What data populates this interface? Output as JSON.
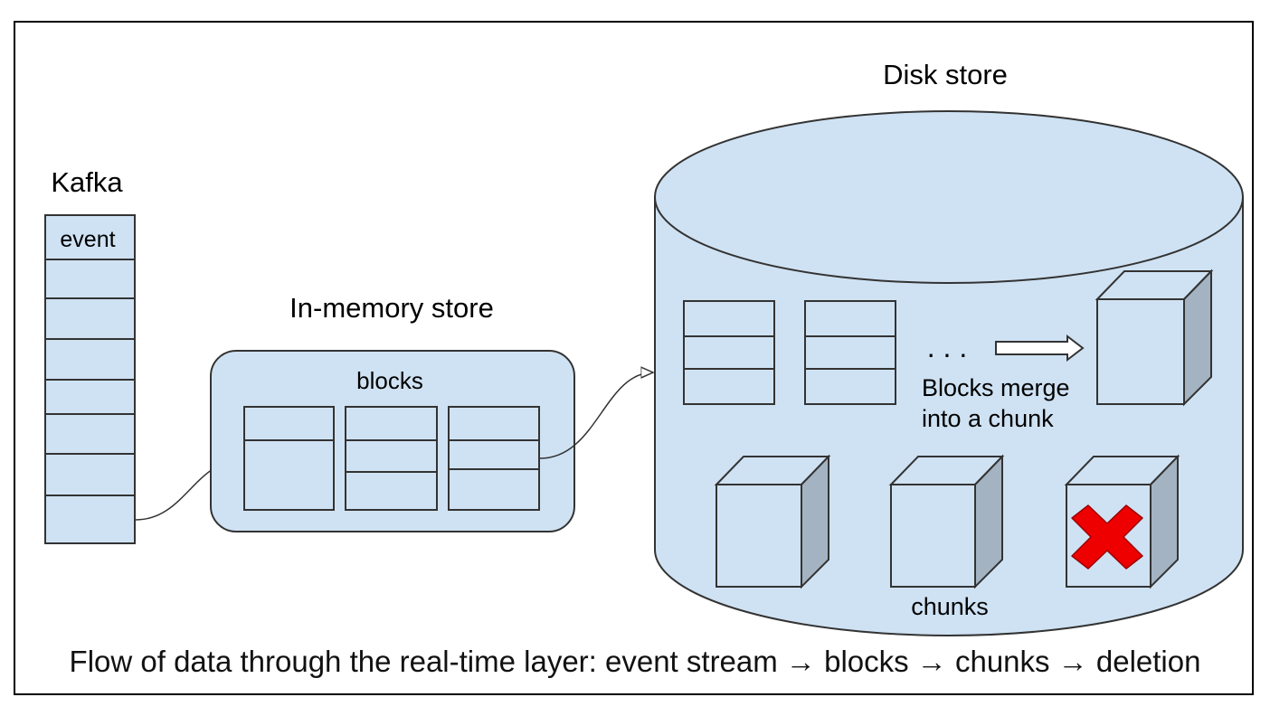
{
  "labels": {
    "kafka": "Kafka",
    "event": "event",
    "in_memory_store": "In-memory store",
    "blocks": "blocks",
    "disk_store": "Disk store",
    "ellipsis": ". . .",
    "merge_line1": "Blocks merge",
    "merge_line2": "into a chunk",
    "chunks": "chunks"
  },
  "caption": "Flow of data through the real-time layer: event stream → blocks → chunks → deletion",
  "colors": {
    "fill": "#cfe2f3",
    "cube_side": "#a3b3c2",
    "delete_mark": "#ee0000",
    "stroke": "#333333"
  },
  "icons": {
    "delete": "red-x-icon",
    "arrow": "hollow-arrow-icon"
  }
}
